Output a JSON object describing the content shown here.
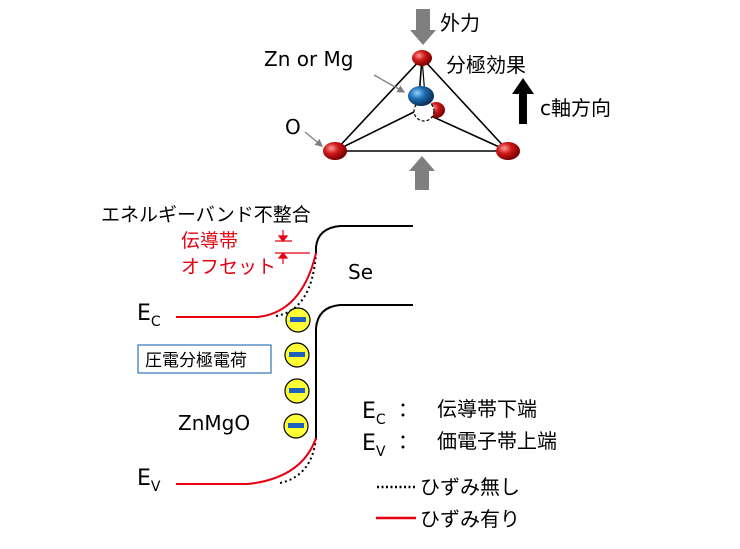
{
  "crystal": {
    "external_force": "外力",
    "cation_label": "Zn or Mg",
    "polarization_label": "分極効果",
    "c_axis_label": "c軸方向",
    "oxygen_label": "O"
  },
  "band": {
    "mismatch_label": "エネルギーバンド不整合",
    "cb_offset_line1": "伝導帯",
    "cb_offset_line2": "オフセット",
    "se_label": "Se",
    "ec_label": "E",
    "ec_sub": "C",
    "ev_label": "E",
    "ev_sub": "V",
    "charge_box": "圧電分極電荷",
    "znmgo_label": "ZnMgO"
  },
  "legend": {
    "ec_def": "伝導帯下端",
    "ev_def": "価電子帯上端",
    "colon": "：",
    "unstrained": "ひずみ無し",
    "strained": "ひずみ有り"
  },
  "colors": {
    "atom_red": "#c8151b",
    "atom_blue": "#1f6fb2",
    "strained_line": "#e60012",
    "arrow_gray": "#7f7f7f",
    "charge_yellow": "#ffff33",
    "charge_minus": "#1f5fbf",
    "box_border": "#2e75b6"
  }
}
